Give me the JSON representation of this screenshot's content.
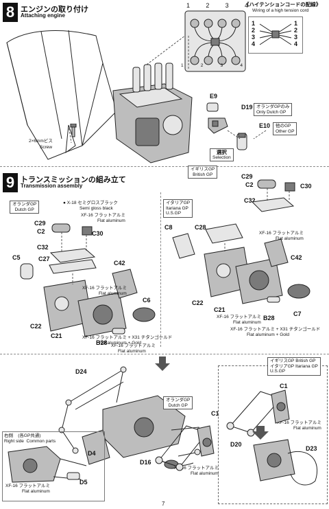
{
  "step8": {
    "number": "8",
    "title_jp": "エンジンの取り付け",
    "title_en": "Attaching engine",
    "wiring_title_jp": "《ハイテンションコードの配線》",
    "wiring_title_en": "Wiring of a high tension cord",
    "top_numbers": [
      "1",
      "2",
      "3",
      "4"
    ],
    "inset_left": [
      "1",
      "2",
      "3",
      "4"
    ],
    "inset_right": [
      "1",
      "2",
      "3",
      "4"
    ],
    "screw_jp": "2×6mmビス",
    "screw_en": "Screw",
    "parts": {
      "e9": "E9",
      "d19": "D19",
      "e10": "E10"
    },
    "d19_note_jp": "オランダGPのみ",
    "d19_note_en": "Only Dutch GP",
    "e10_note_jp": "他のGP",
    "e10_note_en": "Other GP",
    "selection_jp": "選択",
    "selection_en": "Selection"
  },
  "step9": {
    "number": "9",
    "title_jp": "トランスミッションの組み立て",
    "title_en": "Transmission assembly",
    "dutch_jp": "オランダGP",
    "dutch_en": "Dutch GP",
    "it_br_jp": "イギリスGP",
    "it_br_en": "British GP",
    "ita_jp": "イタリアGP",
    "ita_en": "Itariana GP",
    "usgp": "U.S.GP",
    "x18_jp": "X-18 セミグロスブラック",
    "x18_en": "Semi gloss black",
    "xf16_jp": "XF-16 フラットアルミ",
    "xf16_en": "Flat aluminum",
    "gold_jp": "XF-16 フラットアルミ + X31 チタンゴールド",
    "gold_en": "Flat aluminum + Gold",
    "left_parts": [
      "C29",
      "C2",
      "C30",
      "C32",
      "C27",
      "C42",
      "C5",
      "C22",
      "C21",
      "B28",
      "C6"
    ],
    "right_parts": [
      "C29",
      "C2",
      "C30",
      "C32",
      "C8",
      "C28",
      "C42",
      "C22",
      "C21",
      "B28",
      "C7"
    ]
  },
  "step10": {
    "parts": {
      "d24": "D24",
      "d16": "D16",
      "c1a": "C1",
      "c1b": "C1",
      "d20": "D20",
      "d23": "D23",
      "d4": "D4",
      "d5": "D5"
    },
    "dutch_jp": "オランダGP",
    "dutch_en": "Dutch GP",
    "br_jp": "イギリスGP",
    "br_en": "British GP",
    "ita_jp": "イタリアGP",
    "ita_en": "Itariana GP",
    "usgp": "U.S.GP",
    "right_side_jp": "右側",
    "right_side_en": "Right side",
    "common_jp": "(各GP共通)",
    "common_en": "Common parts",
    "xf16_jp": "XF-16 フラットアルミ",
    "xf16_en": "Flat aluminum"
  },
  "page_number": "7"
}
